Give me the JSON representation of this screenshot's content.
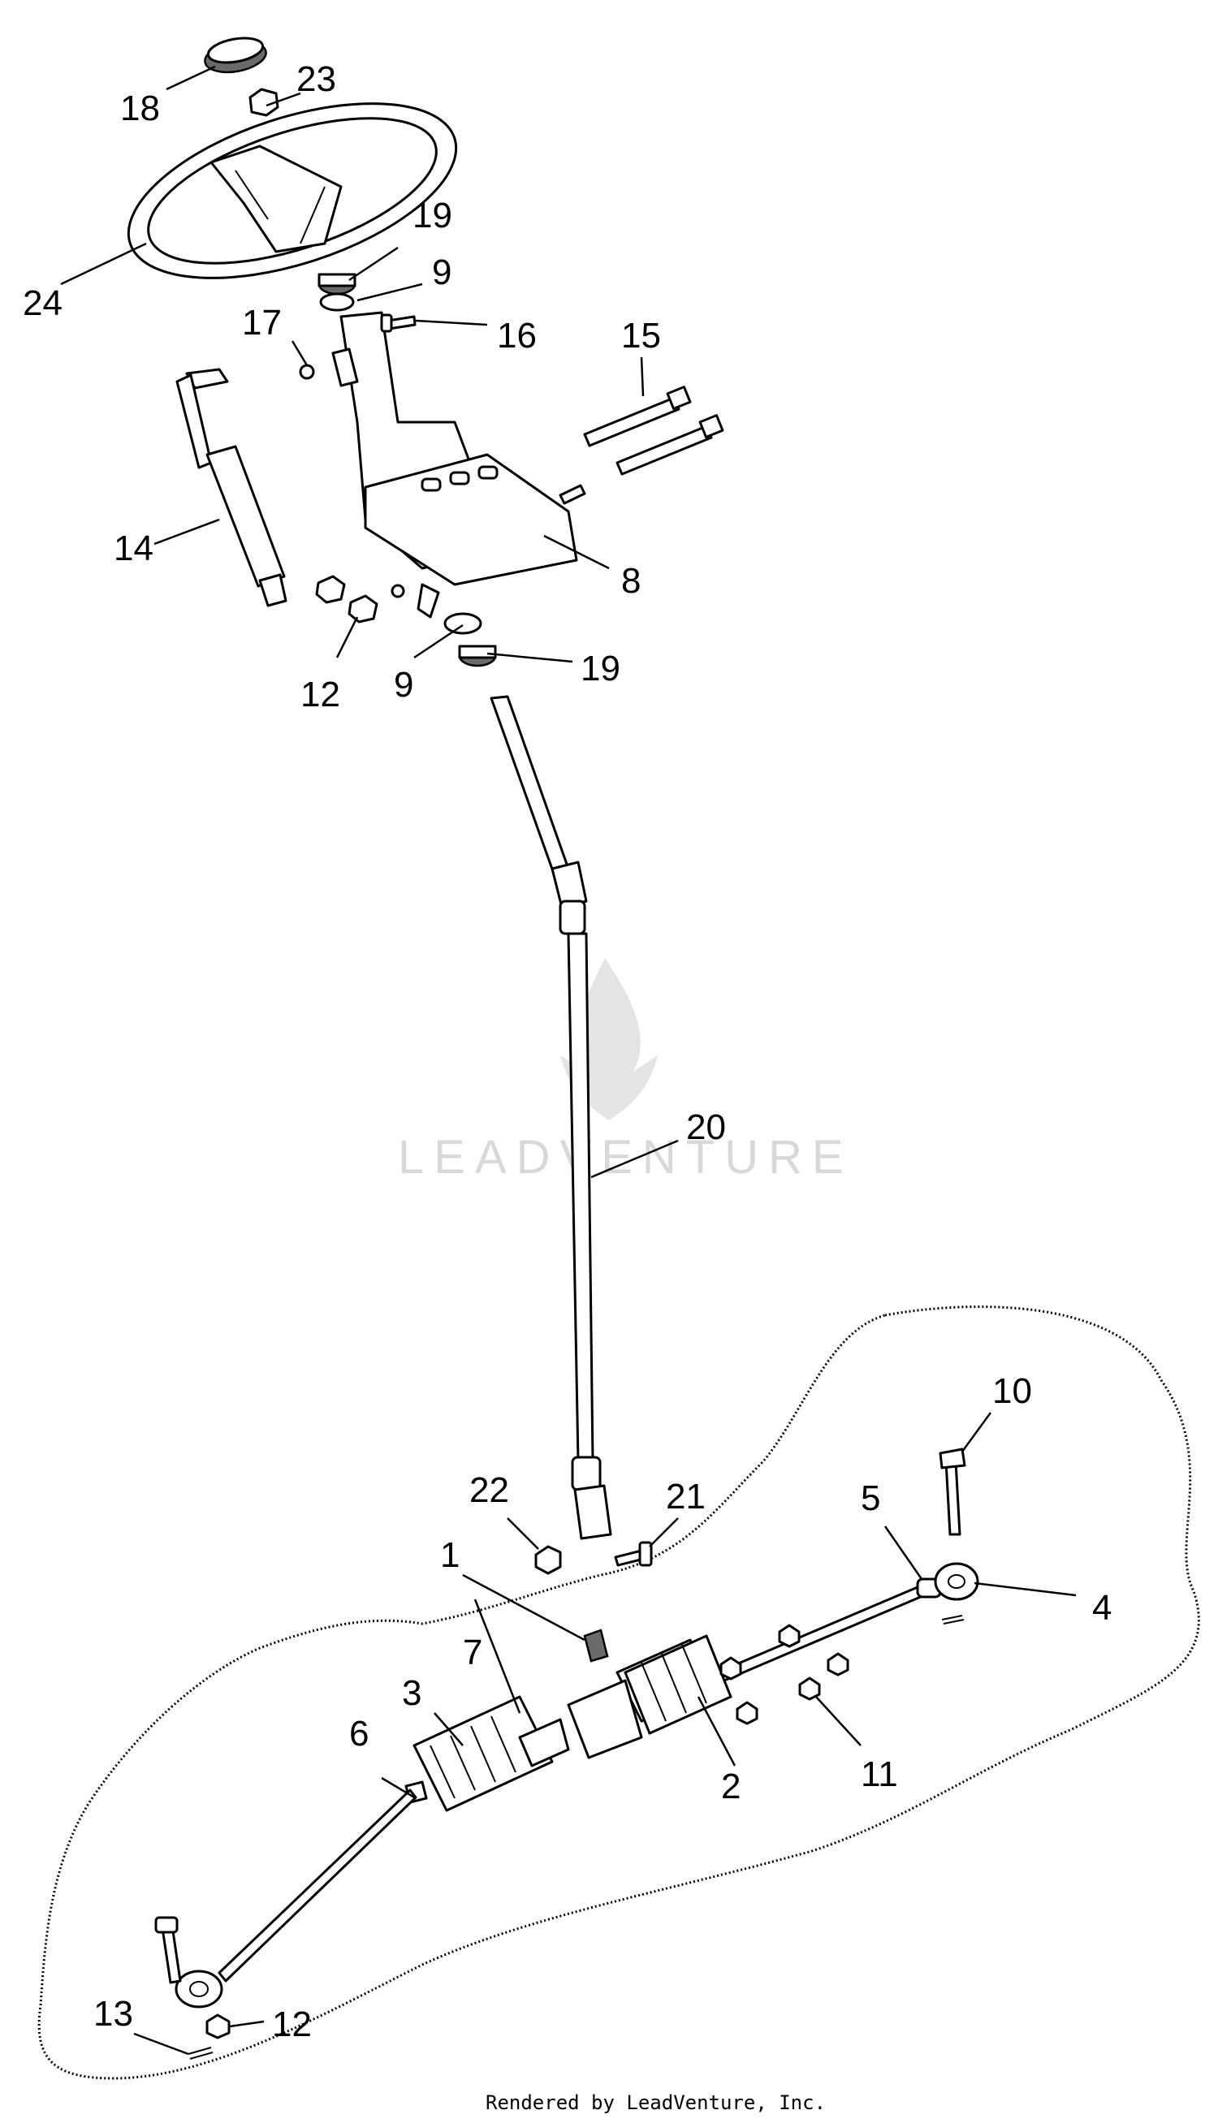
{
  "callouts": {
    "c1": "1",
    "c2": "2",
    "c3": "3",
    "c4": "4",
    "c5": "5",
    "c6": "6",
    "c7": "7",
    "c8": "8",
    "c9a": "9",
    "c9b": "9",
    "c10": "10",
    "c11": "11",
    "c12a": "12",
    "c12b": "12",
    "c13": "13",
    "c14": "14",
    "c15": "15",
    "c16": "16",
    "c17": "17",
    "c18": "18",
    "c19a": "19",
    "c19b": "19",
    "c20": "20",
    "c21": "21",
    "c22": "22",
    "c23": "23",
    "c24": "24"
  },
  "watermark": "LEADVENTURE",
  "footer": "Rendered by LeadVenture, Inc."
}
